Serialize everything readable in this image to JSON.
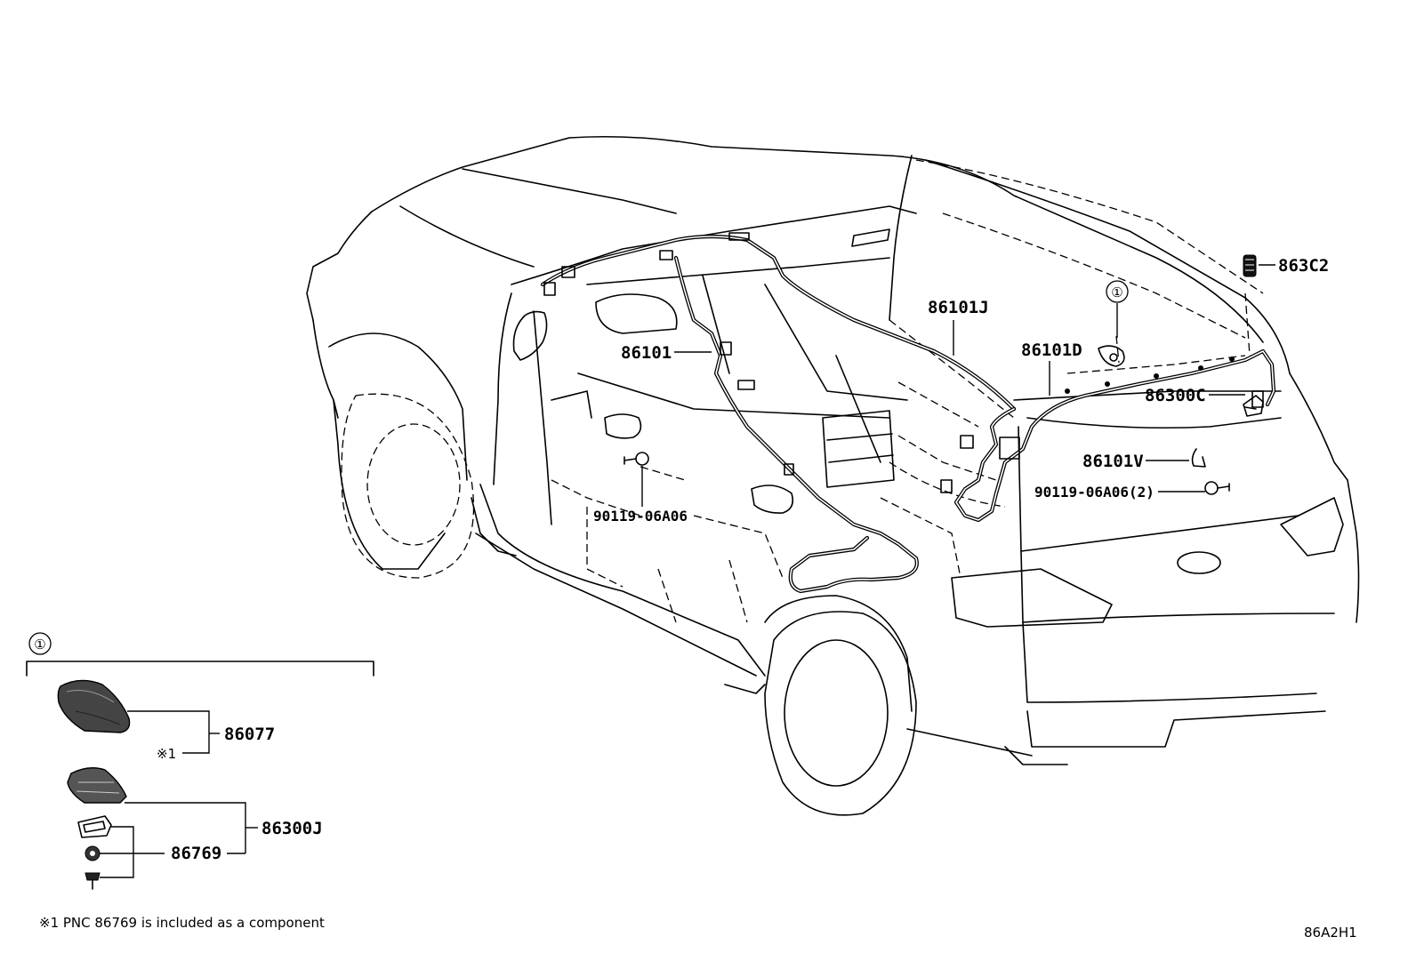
{
  "labels": {
    "p86101J": "86101J",
    "p86101": "86101",
    "p86101D": "86101D",
    "p863C2": "863C2",
    "p86300C": "86300C",
    "p86101V": "86101V",
    "p90119_left": "90119-06A06",
    "p90119_right": "90119-06A06(2)",
    "p86077": "86077",
    "p86300J": "86300J",
    "p86769": "86769"
  },
  "callout_marker": "①",
  "inset": {
    "marker": "①",
    "footnote_mark": "※1",
    "footnote_text": "※1 PNC 86769 is included as a component"
  },
  "figure_code": "86A2H1"
}
